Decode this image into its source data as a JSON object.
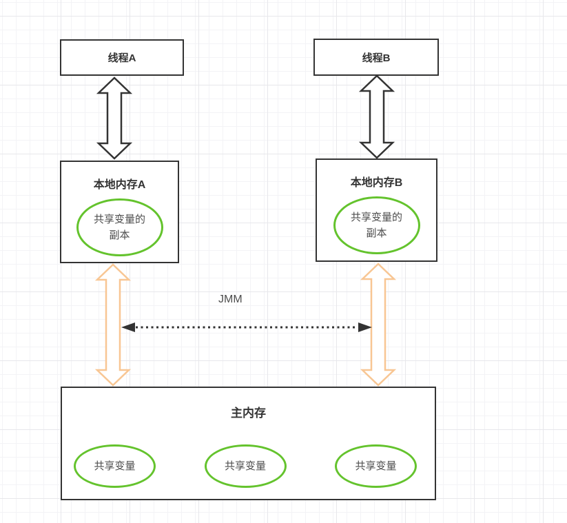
{
  "diagram": {
    "nodes": {
      "thread_a": {
        "label": "线程A"
      },
      "thread_b": {
        "label": "线程B"
      },
      "local_memory_a": {
        "title": "本地内存A",
        "copy_line1": "共享变量的",
        "copy_line2": "副本"
      },
      "local_memory_b": {
        "title": "本地内存B",
        "copy_line1": "共享变量的",
        "copy_line2": "副本"
      },
      "main_memory": {
        "title": "主内存",
        "variables": [
          "共享变量",
          "共享变量",
          "共享变量"
        ]
      }
    },
    "labels": {
      "jmm": "JMM"
    },
    "colors": {
      "box_border": "#333333",
      "title_text": "#333333",
      "body_text": "#4d4d4d",
      "ellipse_stroke": "#64c32d",
      "black_arrow": "#333333",
      "orange_arrow": "#f8c693",
      "grid_minor": "#f3f3f6",
      "grid_major": "#e7e7eb",
      "canvas_bg": "#ffffff"
    }
  }
}
